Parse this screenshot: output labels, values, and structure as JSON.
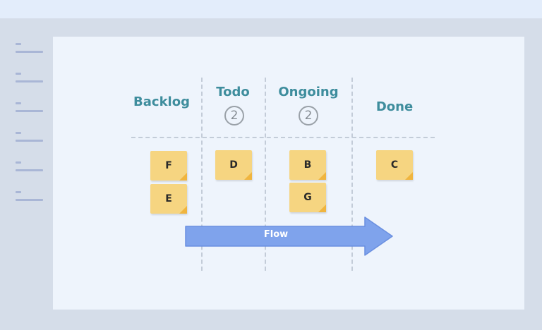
{
  "board": {
    "columns": [
      {
        "title": "Backlog",
        "wip": ""
      },
      {
        "title": "Todo",
        "wip": "2"
      },
      {
        "title": "Ongoing",
        "wip": "2"
      },
      {
        "title": "Done",
        "wip": ""
      }
    ],
    "cards": [
      {
        "label": "F",
        "column": "Backlog"
      },
      {
        "label": "E",
        "column": "Backlog"
      },
      {
        "label": "D",
        "column": "Todo"
      },
      {
        "label": "B",
        "column": "Ongoing"
      },
      {
        "label": "G",
        "column": "Ongoing"
      },
      {
        "label": "C",
        "column": "Done"
      }
    ],
    "flow_label": "Flow"
  },
  "colors": {
    "title": "#3e8d9d",
    "note": "#f6d581",
    "note_fold": "#f0b53f",
    "arrow": "#7fa3ec",
    "arrow_border": "#6a8fe0"
  }
}
